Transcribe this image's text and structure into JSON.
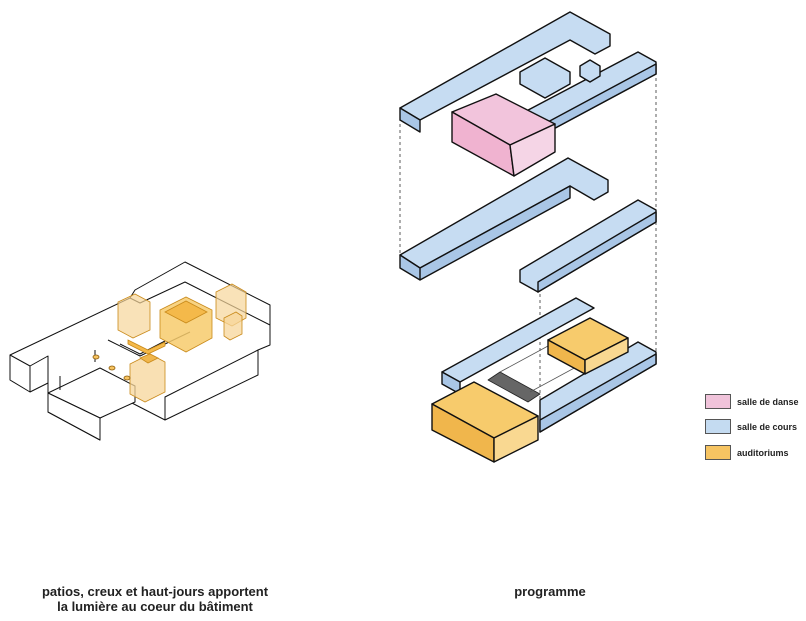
{
  "captions": {
    "left_line1": "patios, creux et haut-jours apportent",
    "left_line2": "la lumière au coeur du bâtiment",
    "right": "programme"
  },
  "legend": {
    "items": [
      {
        "label": "salle de danse",
        "color": "#f0c3da"
      },
      {
        "label": "salle de cours",
        "color": "#c4dbf1"
      },
      {
        "label": "auditoriums",
        "color": "#f6c462"
      }
    ]
  },
  "colors": {
    "blue_top": "#c6dcf2",
    "blue_side": "#a9c6e6",
    "pink_top": "#f2c4dc",
    "pink_side": "#e79bc3",
    "orange_top": "#f7cb6c",
    "orange_side": "#f0b64c",
    "orange_translucent": "#f7d69a",
    "outline": "#111111"
  }
}
